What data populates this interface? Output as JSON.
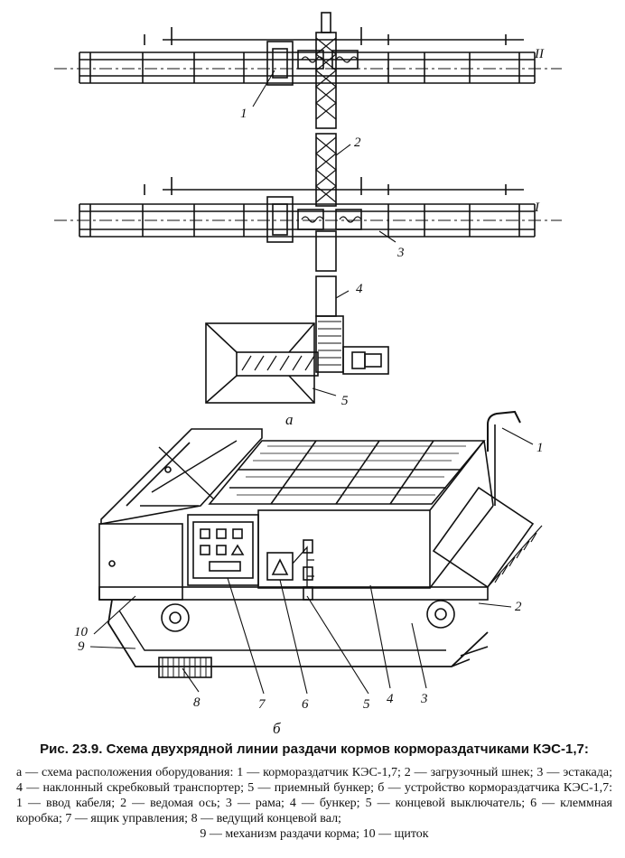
{
  "figure": {
    "labels_a": [
      "1",
      "2",
      "3",
      "4",
      "5"
    ],
    "rows": [
      "II",
      "I"
    ],
    "sub_a": "а",
    "labels_b": [
      "1",
      "2",
      "3",
      "4",
      "5",
      "6",
      "7",
      "8",
      "9",
      "10"
    ],
    "sub_b": "б"
  },
  "caption": {
    "title": "Рис. 23.9. Схема двухрядной линии раздачи кормов кормораздатчиками КЭС-1,7:",
    "body": "а — схема расположения оборудования: 1 — кормораздатчик КЭС-1,7; 2 — загрузочный шнек; 3 — эстакада; 4 — наклонный скребковый транспортер; 5 — приемный бункер; б — устройство кормораздатчика КЭС-1,7: 1 — ввод кабеля; 2 — ведомая ось; 3 — рама; 4 — бункер; 5 — концевой выключатель; 6 — клеммная коробка; 7 — ящик управления; 8 — ведущий концевой вал;",
    "body_last": "9 — механизм раздачи корма; 10 — щиток"
  }
}
